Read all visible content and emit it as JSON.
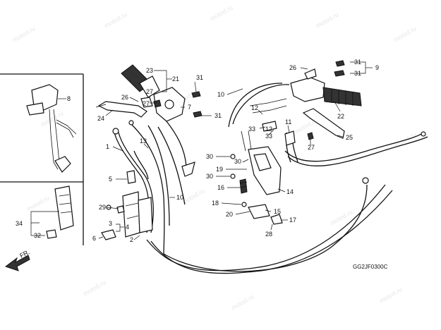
{
  "diagram": {
    "code": "GG2JF0300C",
    "direction_label": "FR.",
    "watermark": "motod.ru",
    "callouts": {
      "c1": "1",
      "c2": "2",
      "c3": "3",
      "c4": "4",
      "c5": "5",
      "c6": "6",
      "c7": "7",
      "c8": "8",
      "c9": "9",
      "c10a": "10",
      "c10b": "10",
      "c11": "11",
      "c12": "12",
      "c13": "13",
      "c14": "14",
      "c15": "15",
      "c16": "16",
      "c17": "17",
      "c18": "18",
      "c19": "19",
      "c20": "20",
      "c21": "21",
      "c22": "22",
      "c23": "23",
      "c24": "24",
      "c25": "25",
      "c26a": "26",
      "c26b": "26",
      "c27a": "27",
      "c27b": "27",
      "c28": "28",
      "c29": "29",
      "c30a": "30",
      "c30b": "30",
      "c30c": "30",
      "c31a": "31",
      "c31b": "31",
      "c31c": "31",
      "c31d": "31",
      "c32": "32",
      "c33": "33",
      "c34": "34"
    }
  }
}
